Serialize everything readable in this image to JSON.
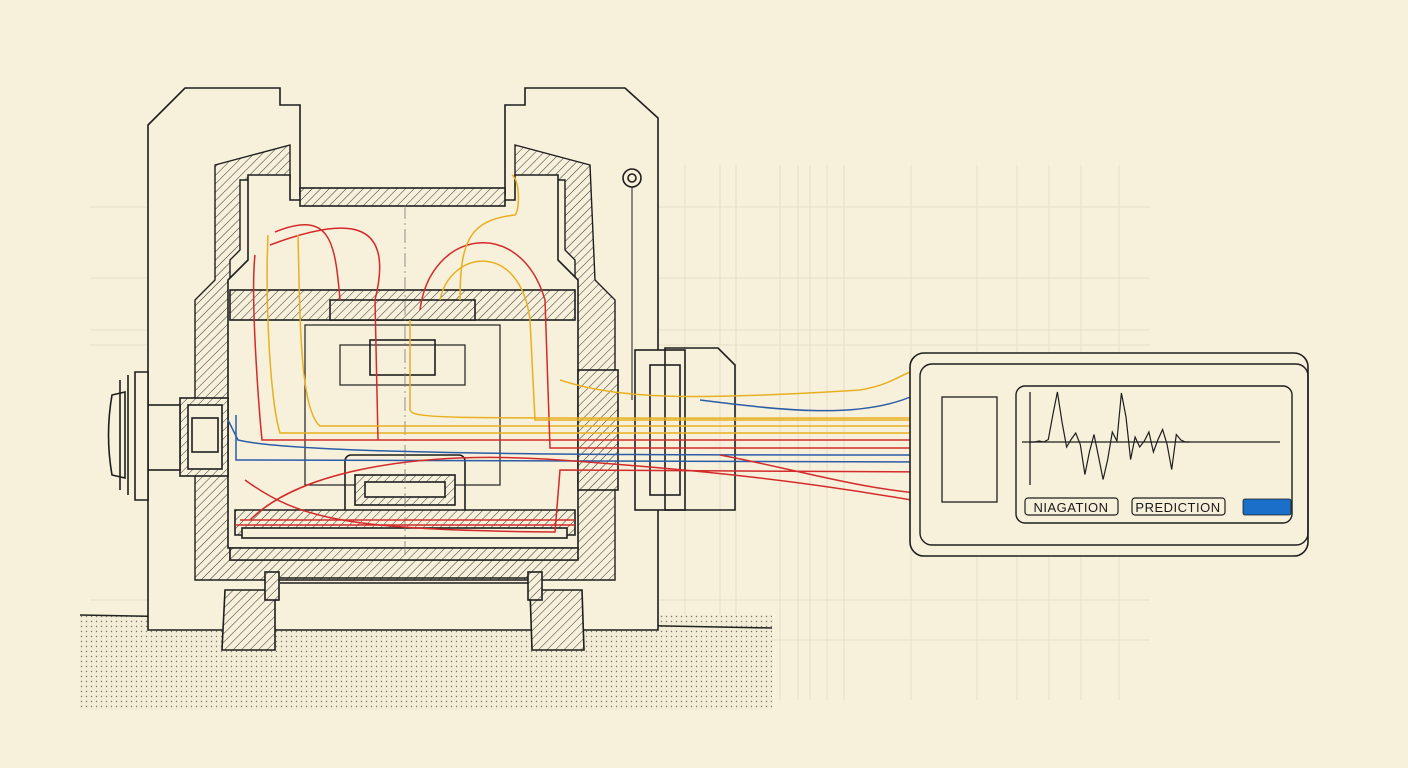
{
  "figure": {
    "subject": "Cross-section of an electric motor with embedded sensor wiring routed to a monitoring display",
    "colors": {
      "paper": "#f7f0db",
      "ink": "#1e1e1e",
      "grid": "#e3dcc6",
      "wire_red": "#d42a2a",
      "wire_yellow": "#e8b020",
      "wire_blue": "#2a5ca8",
      "indicator_blue": "#1a6fc9"
    }
  },
  "display": {
    "buttons": [
      {
        "label": "NIAGATION"
      },
      {
        "label": "PREDICTION"
      }
    ],
    "indicator": "blue-status-bar"
  },
  "waveform": {
    "type": "line",
    "title": "",
    "xlabel": "",
    "ylabel": "",
    "baseline": 0,
    "ylim": [
      -1,
      1
    ],
    "samples": [
      0,
      0,
      0.02,
      0,
      0.05,
      0.55,
      1.0,
      0.4,
      -0.1,
      0.05,
      0.18,
      -0.05,
      -0.65,
      -0.2,
      0.15,
      -0.3,
      -0.75,
      -0.35,
      0.2,
      0.02,
      0.98,
      0.5,
      -0.35,
      0.1,
      -0.1,
      0.02,
      0.2,
      -0.2,
      0.05,
      0.25,
      -0.05,
      -0.55,
      0.15,
      0.04,
      0,
      0
    ]
  }
}
